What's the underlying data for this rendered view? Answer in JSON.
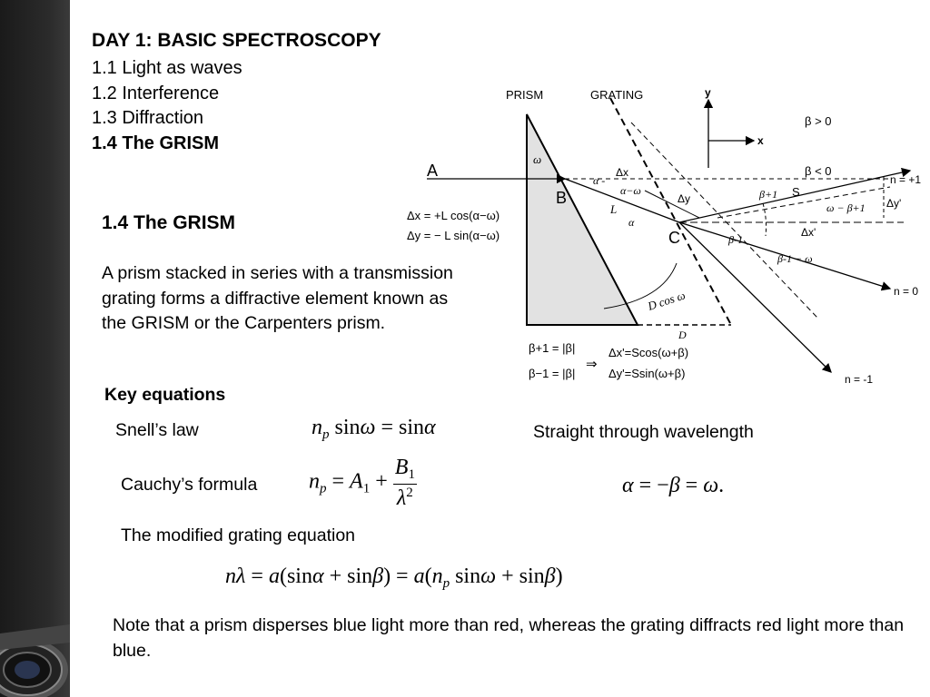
{
  "slide": {
    "header_title": "DAY 1: BASIC SPECTROSCOPY",
    "toc": [
      {
        "label": "1.1 Light as waves",
        "bold": false
      },
      {
        "label": "1.2 Interference",
        "bold": false
      },
      {
        "label": "1.3 Diffraction",
        "bold": false
      },
      {
        "label": "1.4 The GRISM",
        "bold": true
      }
    ],
    "section_heading": "1.4 The GRISM",
    "paragraph": "A prism stacked in series with a transmission grating forms a diffractive element known as the GRISM or the Carpenters prism.",
    "key_equations_heading": "Key equations",
    "snells_law_label": "Snell’s law",
    "cauchy_label": "Cauchy’s formula",
    "modified_grating_label": "The modified grating equation",
    "straight_through_label": "Straight through wavelength",
    "note": "Note that a prism disperses blue light more than red, whereas the grating diffracts red light more than blue."
  },
  "diagram": {
    "prism_label": "PRISM",
    "grating_label": "GRATING",
    "axis_y": "y",
    "axis_x": "x",
    "point_a": "A",
    "point_b": "B",
    "point_c": "C",
    "beta_pos": "β > 0",
    "beta_neg": "β < 0",
    "order_plus1": "n = +1",
    "order_zero": "n = 0",
    "order_minus1": "n = -1",
    "dx_eq": "Δx = +L cos(α−ω)",
    "dy_eq": "Δy = − L sin(α−ω)",
    "dxp_eq": "Δx'=Scos(ω+β)",
    "dyp_eq": "Δy'=Ssin(ω+β)",
    "beta_p1_eq": "β+1 = |β|",
    "beta_m1_eq": "β−1 = |β|",
    "d_cos_omega": "D cos ω",
    "label_d": "D",
    "label_l": "L",
    "label_s": "S",
    "label_omega": "ω",
    "label_alpha_minus": "α -",
    "label_alpha_omega": "α−ω",
    "label_alpha": "α",
    "label_dx": "Δx",
    "label_dy": "Δy",
    "label_dxp": "Δx'",
    "label_dyp": "Δy'",
    "label_omega_beta_p1": "ω − β+1",
    "label_beta_p1": "β+1",
    "label_beta_m1": "β-1",
    "label_beta_m1_omega": "β-1 − ω",
    "implies": "⇒"
  }
}
